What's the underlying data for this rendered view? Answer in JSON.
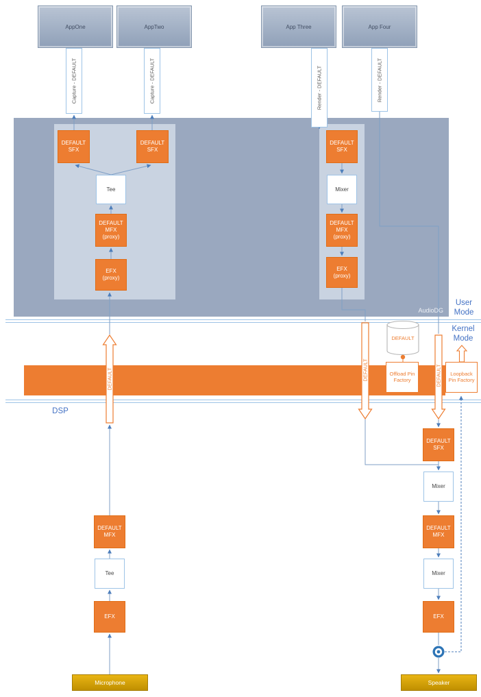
{
  "apps": {
    "one": "AppOne",
    "two": "AppTwo",
    "three": "App Three",
    "four": "App Four"
  },
  "streams": {
    "capture": "Capture - DEFAULT",
    "render": "Render - DEFAULT"
  },
  "engine": {
    "label": "AudioDG"
  },
  "nodes": {
    "default_sfx": "DEFAULT SFX",
    "tee": "Tee",
    "mixer": "Mixer",
    "default_mfx_proxy": "DEFAULT MFX (proxy)",
    "efx_proxy": "EFX (proxy)",
    "default_mfx": "DEFAULT MFX",
    "efx": "EFX"
  },
  "modes": {
    "user": "User Mode",
    "kernel": "Kernel Mode",
    "dsp": "DSP"
  },
  "kernel_objects": {
    "stream_arrow_label": "DEFAULT",
    "pin_instance": "DEFAULT",
    "offload_factory": "Offload Pin Factory",
    "loopback_factory": "Loopback Pin Factory"
  },
  "endpoints": {
    "microphone": "Microphone",
    "speaker": "Speaker"
  },
  "colors": {
    "orange": "#ED7D31",
    "line_blue": "#7F9FC6",
    "mode_label_blue": "#4472C4",
    "engine_fill": "#9AA8BF",
    "panel_fill": "#C9D3E1",
    "endpoint_gold": "#BF8F00"
  }
}
